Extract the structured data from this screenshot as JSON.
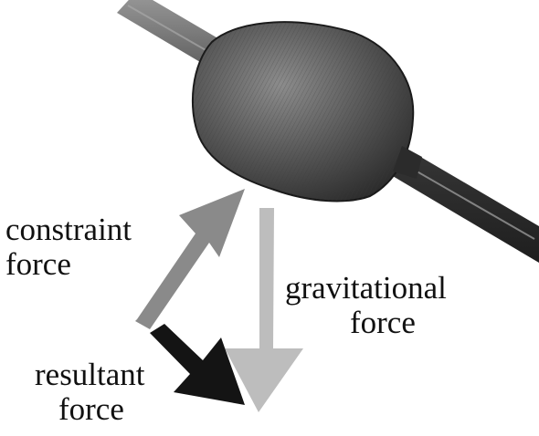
{
  "labels": {
    "constraint": {
      "line1": "constraint",
      "line2": "force"
    },
    "gravitational": {
      "line1": "gravitational",
      "line2": "force"
    },
    "resultant": {
      "line1": "resultant",
      "line2": "force"
    }
  },
  "colors": {
    "wire": "#4a4a4a",
    "bead": "#5a5a5a",
    "constraint_arrow": "#8a8a8a",
    "gravity_arrow": "#bdbdbd",
    "resultant_arrow": "#141414",
    "text": "#111111"
  }
}
